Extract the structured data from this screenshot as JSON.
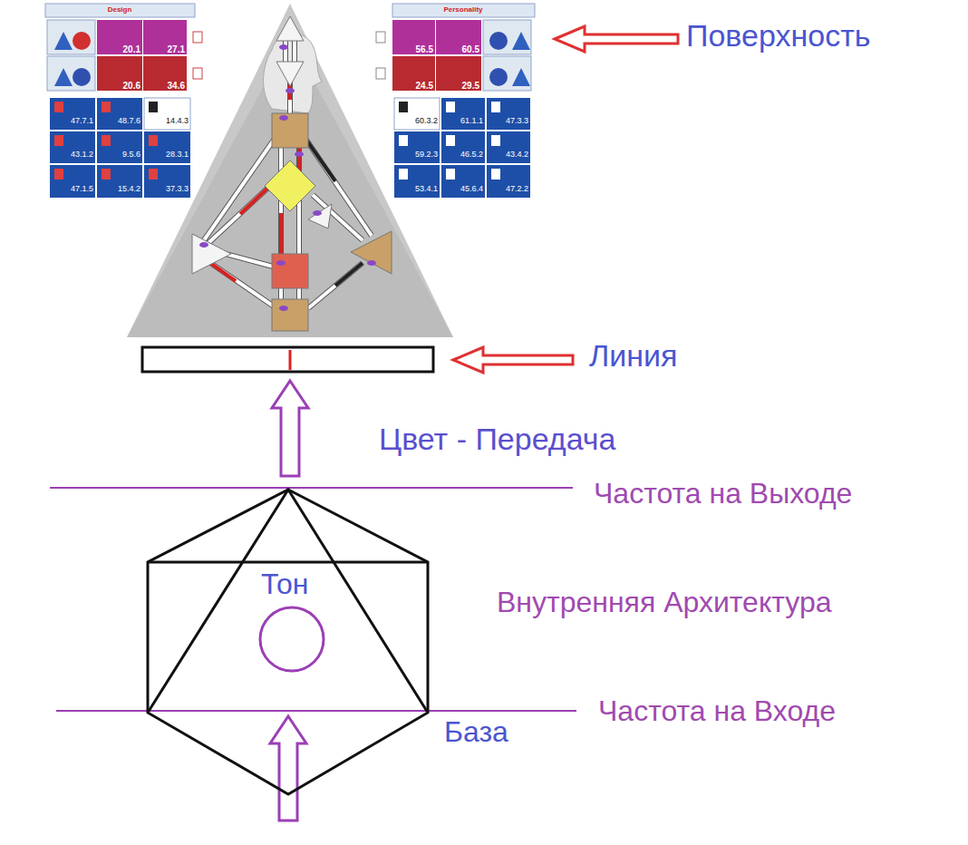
{
  "diagram": {
    "labels": [
      "Design",
      "Personality",
      "20.1",
      "27.1",
      "20.6",
      "34.6",
      "56.5",
      "60.5",
      "24.5",
      "29.5",
      "47.7.1",
      "48.7.6",
      "14.4.3",
      "43.1.2",
      "9.5.6",
      "28.3.1",
      "47.1.5",
      "15.4.2",
      "37.3.3",
      "60.3.2",
      "61.1.1",
      "47.3.3",
      "59.2.3",
      "46.5.2",
      "43.4.2",
      "53.4.1",
      "45.6.4",
      "47.2.2",
      "Поверхность",
      "Линия",
      "Цвет - Передача",
      "Частота на Выходе",
      "Тон",
      "Внутренняя Архитектура",
      "Частота на Входе",
      "База"
    ]
  }
}
